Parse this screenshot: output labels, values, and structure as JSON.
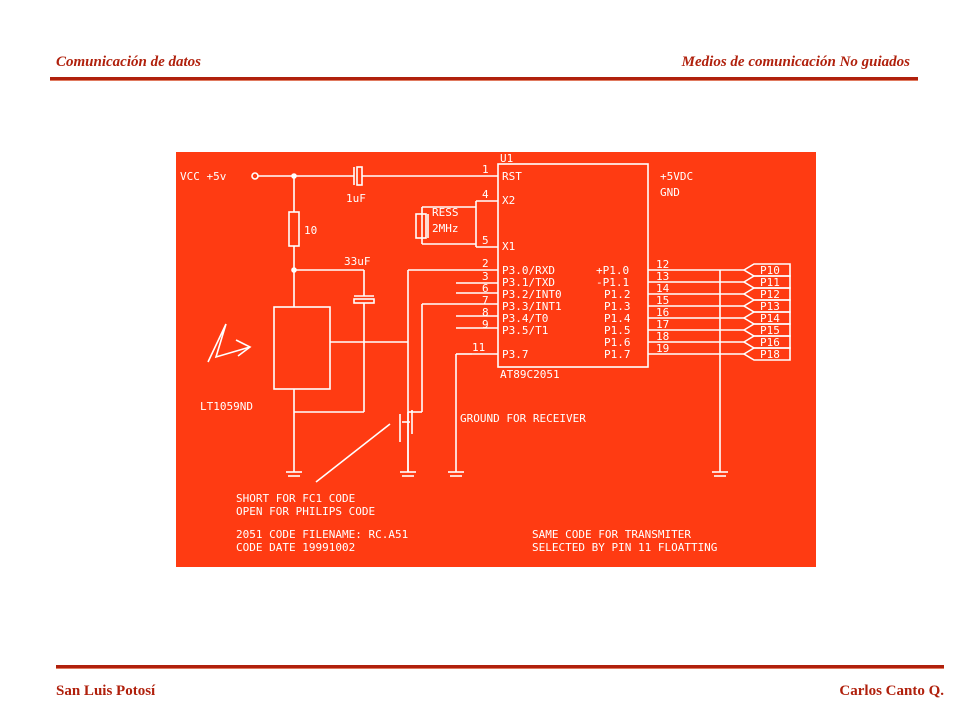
{
  "header": {
    "left": "Comunicación de datos",
    "right": "Medios de comunicación  No guiados"
  },
  "footer": {
    "left": "San Luis Potosí",
    "right": "Carlos Canto Q."
  },
  "colors": {
    "accent": "#b0200c",
    "schematic_bg": "#ff3b12",
    "schematic_ink": "#ffffff"
  },
  "schematic": {
    "vcc": "VCC +5v",
    "cap1": "1uF",
    "res1": "10",
    "cap2": "33uF",
    "resonator": [
      "RESS",
      "2MHz"
    ],
    "ic_ref": "U1",
    "ic_part": "AT89C2051",
    "sensor": "LT1059ND",
    "power_labels": [
      "+5VDC",
      "GND"
    ],
    "left_pins": [
      {
        "num": "1",
        "name": "RST"
      },
      {
        "num": "4",
        "name": "X2"
      },
      {
        "num": "5",
        "name": "X1"
      },
      {
        "num": "2",
        "name": "P3.0/RXD"
      },
      {
        "num": "3",
        "name": "P3.1/TXD"
      },
      {
        "num": "6",
        "name": "P3.2/INT0"
      },
      {
        "num": "7",
        "name": "P3.3/INT1"
      },
      {
        "num": "8",
        "name": "P3.4/T0"
      },
      {
        "num": "9",
        "name": "P3.5/T1"
      },
      {
        "num": "11",
        "name": "P3.7"
      }
    ],
    "right_pins": [
      {
        "num": "12",
        "name": "+P1.0"
      },
      {
        "num": "13",
        "name": "-P1.1"
      },
      {
        "num": "14",
        "name": "P1.2"
      },
      {
        "num": "15",
        "name": "P1.3"
      },
      {
        "num": "16",
        "name": "P1.4"
      },
      {
        "num": "17",
        "name": "P1.5"
      },
      {
        "num": "18",
        "name": "P1.6"
      },
      {
        "num": "19",
        "name": "P1.7"
      }
    ],
    "outputs": [
      "P10",
      "P11",
      "P12",
      "P13",
      "P14",
      "P15",
      "P16",
      "P18"
    ],
    "ground_note": "GROUND FOR RECEIVER",
    "notes": [
      "SHORT FOR FC1 CODE",
      "OPEN FOR PHILIPS CODE",
      "2051 CODE FILENAME: RC.A51",
      "CODE DATE 19991002",
      "SAME CODE FOR TRANSMITER",
      "SELECTED BY PIN 11 FLOATTING"
    ]
  }
}
